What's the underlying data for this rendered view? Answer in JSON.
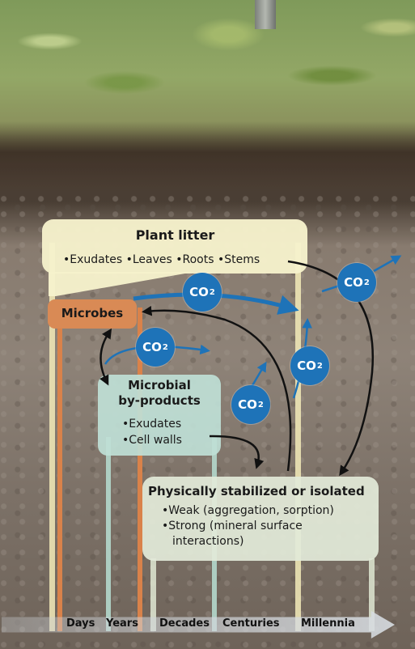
{
  "plant_litter": {
    "title": "Plant litter",
    "items": "•Exudates •Leaves •Roots •Stems"
  },
  "microbes": {
    "title": "Microbes"
  },
  "microbial_byproducts": {
    "title_line1": "Microbial",
    "title_line2": "by-products",
    "item1": "•Exudates",
    "item2": "•Cell walls"
  },
  "stabilized": {
    "title": "Physically stabilized or isolated",
    "item1": "•Weak (aggregation, sorption)",
    "item2_line1": "•Strong (mineral surface",
    "item2_line2": "interactions)"
  },
  "co2": {
    "label": "CO",
    "subscript": "2"
  },
  "timescale": [
    "Days",
    "Years",
    "Decades",
    "Centuries",
    "Millennia"
  ],
  "colors": {
    "plant_litter": "#f6f1cc",
    "microbes": "#d98a55",
    "microbial_byproducts": "#bfe0d6",
    "stabilized": "#e2ead8",
    "co2": "#1e73b8",
    "flux_arrow": "#1e73b8",
    "transfer_arrow": "#111111"
  }
}
